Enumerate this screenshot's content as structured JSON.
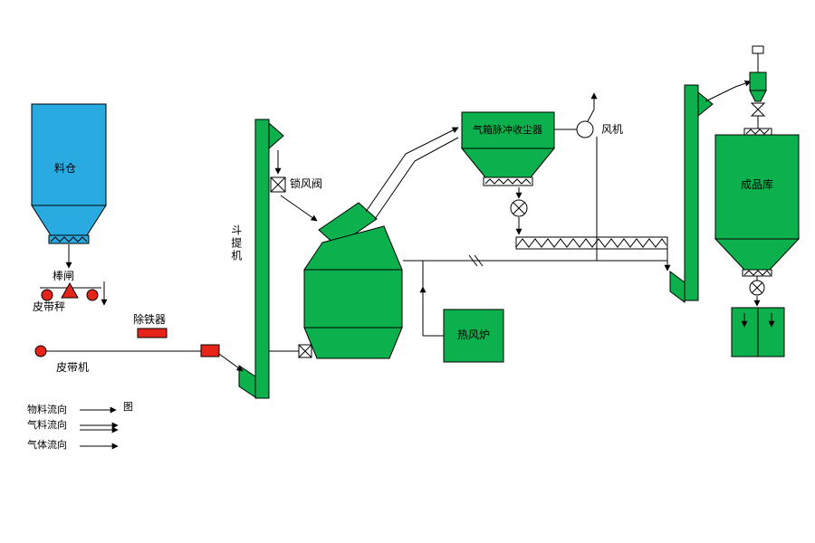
{
  "diagram": {
    "type": "process-flow",
    "background": "#FFFFFF",
    "colors": {
      "green": "#0CB04C",
      "blue": "#29ABE2",
      "red": "#E8231A",
      "line": "#000000",
      "white": "#FFFFFF"
    },
    "labels": {
      "silo": "料仓",
      "rod_gate": "棒闸",
      "belt_scale": "皮带秤",
      "iron_remover": "除铁器",
      "belt_conveyor": "皮带机",
      "bucket_elevator": "斗提机",
      "air_lock_valve": "锁风阀",
      "dust_collector": "气箱脉冲收尘器",
      "fan": "风机",
      "hot_air_furnace": "热风炉",
      "product_silo": "成品库"
    },
    "legend": {
      "material_flow": "物料流向",
      "gas_material_flow": "气料流向",
      "gas_flow": "气体流向",
      "figure": "图"
    }
  }
}
